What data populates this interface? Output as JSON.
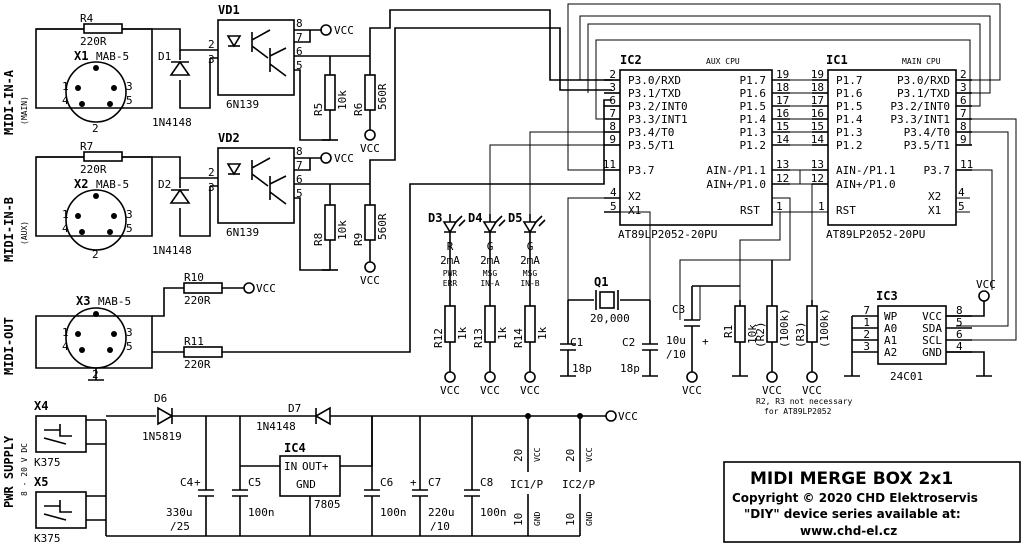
{
  "title": "MIDI MERGE BOX 2x1",
  "copyright": "Copyright © 2020 CHD Elektroservis",
  "diy": "\"DIY\" device series available at:",
  "url": "www.chd-el.cz",
  "note": [
    "R2, R3 not necessary",
    "for AT89LP2052"
  ],
  "side_labels": {
    "in_a": "MIDI-IN-A",
    "in_a_sub": "(MAIN)",
    "in_b": "MIDI-IN-B",
    "in_b_sub": "(AUX)",
    "out": "MIDI-OUT",
    "pwr": "PWR SUPPLY",
    "pwr_sub": "8 - 20 V DC"
  },
  "vcc": "VCC",
  "gnd": "GND",
  "ic2": {
    "ref": "IC2",
    "tag": "AUX CPU",
    "part": "AT89LP2052-20PU",
    "left_pins": [
      {
        "num": "2",
        "name": "P3.0/RXD"
      },
      {
        "num": "3",
        "name": "P3.1/TXD"
      },
      {
        "num": "6",
        "name": "P3.2/INT0"
      },
      {
        "num": "7",
        "name": "P3.3/INT1"
      },
      {
        "num": "8",
        "name": "P3.4/T0"
      },
      {
        "num": "9",
        "name": "P3.5/T1"
      },
      {
        "num": "11",
        "name": "P3.7"
      }
    ],
    "right_pins": [
      {
        "num": "19",
        "name": "P1.7"
      },
      {
        "num": "18",
        "name": "P1.6"
      },
      {
        "num": "17",
        "name": "P1.5"
      },
      {
        "num": "16",
        "name": "P1.4"
      },
      {
        "num": "15",
        "name": "P1.3"
      },
      {
        "num": "14",
        "name": "P1.2"
      },
      {
        "num": "13",
        "name": "AIN-/P1.1"
      },
      {
        "num": "12",
        "name": "AIN+/P1.0"
      }
    ],
    "x2": {
      "num": "4",
      "name": "X2"
    },
    "x1": {
      "num": "5",
      "name": "X1"
    },
    "rst": {
      "num": "1",
      "name": "RST"
    }
  },
  "ic1": {
    "ref": "IC1",
    "tag": "MAIN CPU",
    "part": "AT89LP2052-20PU",
    "left_pins": [
      {
        "num": "19",
        "name": "P1.7"
      },
      {
        "num": "18",
        "name": "P1.6"
      },
      {
        "num": "17",
        "name": "P1.5"
      },
      {
        "num": "16",
        "name": "P1.4"
      },
      {
        "num": "15",
        "name": "P1.3"
      },
      {
        "num": "14",
        "name": "P1.2"
      },
      {
        "num": "13",
        "name": "AIN-/P1.1"
      },
      {
        "num": "12",
        "name": "AIN+/P1.0"
      }
    ],
    "right_pins": [
      {
        "num": "2",
        "name": "P3.0/RXD"
      },
      {
        "num": "3",
        "name": "P3.1/TXD"
      },
      {
        "num": "6",
        "name": "P3.2/INT0"
      },
      {
        "num": "7",
        "name": "P3.3/INT1"
      },
      {
        "num": "8",
        "name": "P3.4/T0"
      },
      {
        "num": "9",
        "name": "P3.5/T1"
      },
      {
        "num": "11",
        "name": "P3.7"
      }
    ],
    "x2": {
      "num": "4",
      "name": "X2"
    },
    "x1": {
      "num": "5",
      "name": "X1"
    },
    "rst": {
      "num": "1",
      "name": "RST"
    }
  },
  "ic3": {
    "ref": "IC3",
    "part": "24C01",
    "left_pins": [
      {
        "num": "7",
        "name": "WP"
      },
      {
        "num": "1",
        "name": "A0"
      },
      {
        "num": "2",
        "name": "A1"
      },
      {
        "num": "3",
        "name": "A2"
      }
    ],
    "right_pins": [
      {
        "num": "8",
        "name": "VCC"
      },
      {
        "num": "5",
        "name": "SDA"
      },
      {
        "num": "6",
        "name": "SCL"
      },
      {
        "num": "4",
        "name": "GND"
      }
    ]
  },
  "ic4": {
    "ref": "IC4",
    "in": "IN",
    "out": "OUT+",
    "gnd": "GND",
    "part": "7805"
  },
  "vd1": {
    "ref": "VD1",
    "part": "6N139",
    "pins": [
      "8",
      "2",
      "3",
      "7",
      "6",
      "5"
    ]
  },
  "vd2": {
    "ref": "VD2",
    "part": "6N139",
    "pins": [
      "8",
      "2",
      "3",
      "7",
      "6",
      "5"
    ]
  },
  "connectors": {
    "x1": "X1",
    "x2": "X2",
    "x3": "X3",
    "type": "MAB-5",
    "pins": [
      "1",
      "2",
      "3",
      "4",
      "5"
    ],
    "x4": "X4",
    "x5": "X5",
    "jack": "K375"
  },
  "resistors": {
    "r4": "R4",
    "r4v": "220R",
    "r7": "R7",
    "r7v": "220R",
    "r10": "R10",
    "r10v": "220R",
    "r11": "R11",
    "r11v": "220R",
    "r5": "R5",
    "r5v": "10k",
    "r6": "R6",
    "r6v": "560R",
    "r8": "R8",
    "r8v": "10k",
    "r9": "R9",
    "r9v": "560R",
    "r12": "R12",
    "r13": "R13",
    "r14": "R14",
    "rledv": "1k",
    "r1": "R1",
    "r1v": "10k",
    "r2": "(R2)",
    "r3": "(R3)",
    "r23v": "(100k)"
  },
  "diodes": {
    "d1": "D1",
    "d2": "D2",
    "dpart": "1N4148",
    "d6": "D6",
    "d6v": "1N5819",
    "d7": "D7",
    "d7v": "1N4148"
  },
  "leds": [
    {
      "ref": "D3",
      "color": "R",
      "current": "2mA",
      "fn1": "PWR",
      "fn2": "ERR"
    },
    {
      "ref": "D4",
      "color": "G",
      "current": "2mA",
      "fn1": "MSG",
      "fn2": "IN-A"
    },
    {
      "ref": "D5",
      "color": "G",
      "current": "2mA",
      "fn1": "MSG",
      "fn2": "IN-B"
    }
  ],
  "crystal": {
    "ref": "Q1",
    "value": "20,000"
  },
  "caps": {
    "c1": "C1",
    "c2": "C2",
    "cv": "18p",
    "c3": "C3",
    "c3v1": "10u",
    "c3v2": "/10",
    "c4": "C4",
    "c4v1": "330u",
    "c4v2": "/25",
    "c5": "C5",
    "c6": "C6",
    "c8": "C8",
    "cnv": "100n",
    "c7": "C7",
    "c7v1": "220u",
    "c7v2": "/10",
    "plus": "+"
  },
  "power_pins": {
    "ic1p": "IC1/P",
    "ic2p": "IC2/P",
    "p20": "20",
    "p10": "10"
  }
}
